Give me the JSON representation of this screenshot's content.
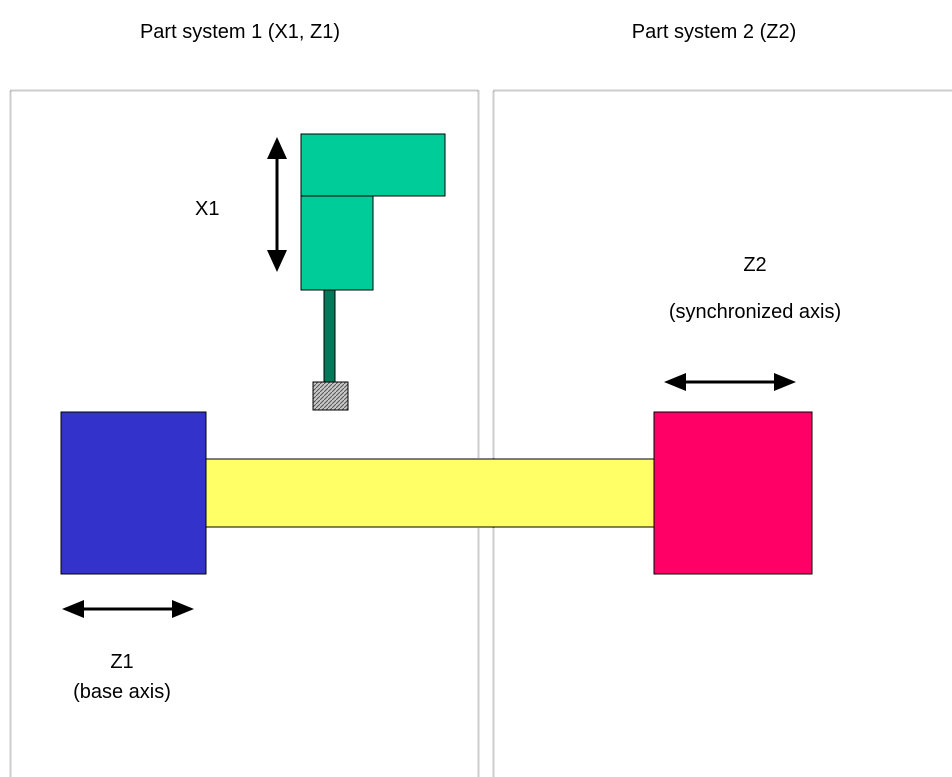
{
  "headers": {
    "part_system_1": "Part system 1 (X1, Z1)",
    "part_system_2": "Part system 2 (Z2)"
  },
  "axes": {
    "x1": {
      "label": "X1"
    },
    "z1": {
      "label": "Z1",
      "role": "(base axis)"
    },
    "z2": {
      "label": "Z2",
      "role": "(synchronized axis)"
    }
  },
  "colors": {
    "tool_head": "#00CC99",
    "tool_stem": "#007A5A",
    "tool_tip": "#C8C8C8",
    "base_block": "#3333CC",
    "sync_block": "#FF0066",
    "workpiece": "#FFFF66",
    "arrow": "#000000",
    "frame": "#999999"
  }
}
